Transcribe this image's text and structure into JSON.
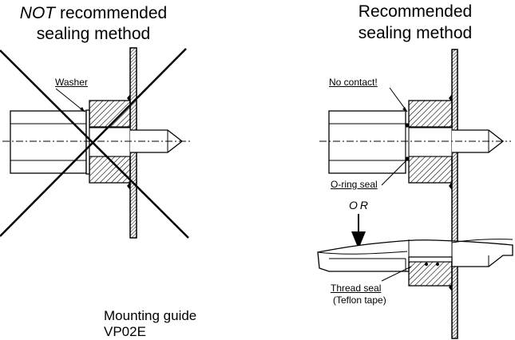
{
  "left_panel": {
    "title_emph": "NOT",
    "title_rest": "recommended",
    "title_line2": "sealing method",
    "washer_label": "Washer"
  },
  "right_panel": {
    "title_line1": "Recommended",
    "title_line2": "sealing method",
    "no_contact_label": "No contact!",
    "oring_label": "O-ring seal",
    "or_label": "OR",
    "thread_seal_label": "Thread seal",
    "thread_seal_note": "(Teflon tape)"
  },
  "footer": {
    "line1": "Mounting guide",
    "line2": "VP02E"
  },
  "colors": {
    "ink": "#000000",
    "paper": "#ffffff"
  }
}
